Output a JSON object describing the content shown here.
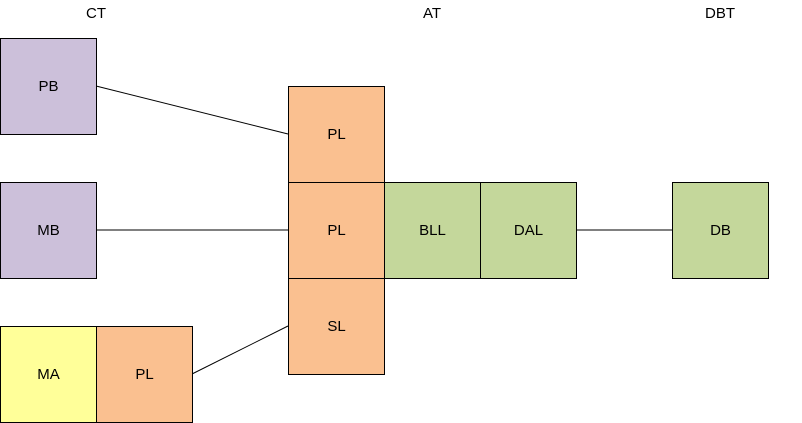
{
  "columns": {
    "ct": "CT",
    "at": "AT",
    "dbt": "DBT"
  },
  "boxes": {
    "pb": "PB",
    "mb": "MB",
    "ma": "MA",
    "pl_client": "PL",
    "pl_top": "PL",
    "pl_mid": "PL",
    "sl": "SL",
    "bll": "BLL",
    "dal": "DAL",
    "db": "DB"
  },
  "colors": {
    "purple": "#ccc0da",
    "orange": "#fac090",
    "green": "#c4d79b",
    "yellow": "#ffff99",
    "line": "#000000"
  }
}
